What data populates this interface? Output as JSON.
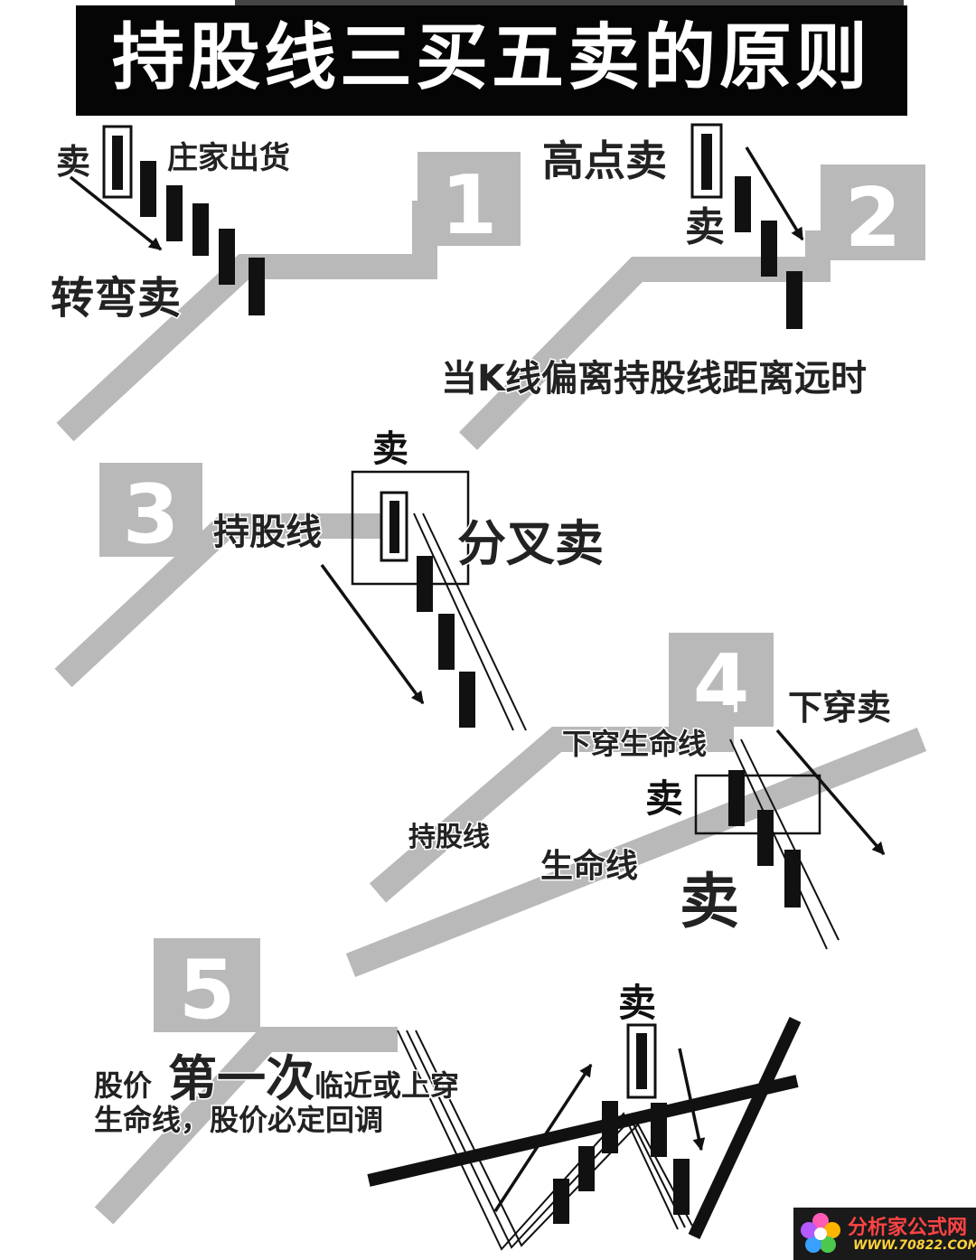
{
  "title": "持股线三买五卖的原则",
  "panels": [
    {
      "number": "1",
      "labels": {
        "sell_top": "卖",
        "dealer_unload": "庄家出货",
        "turn_sell": "转弯卖"
      }
    },
    {
      "number": "2",
      "labels": {
        "high_sell": "高点卖",
        "sell": "卖",
        "far_deviation": "当K线偏离持股线距离远时"
      }
    },
    {
      "number": "3",
      "labels": {
        "sell": "卖",
        "holding_line": "持股线",
        "fork_sell": "分叉卖"
      }
    },
    {
      "number": "4",
      "labels": {
        "break_life_line": "下穿生命线",
        "break_sell": "下穿卖",
        "sell_box": "卖",
        "holding_line": "持股线",
        "life_line": "生命线",
        "sell_big": "卖"
      }
    },
    {
      "number": "5",
      "labels": {
        "sell": "卖",
        "price_prefix": "股价",
        "first_time": "第一次",
        "approach_text": "临近或上穿",
        "line2": "生命线，股价必定回调"
      }
    }
  ],
  "watermark": {
    "name": "分析家公式网",
    "url": "WWW.70822.COM"
  }
}
